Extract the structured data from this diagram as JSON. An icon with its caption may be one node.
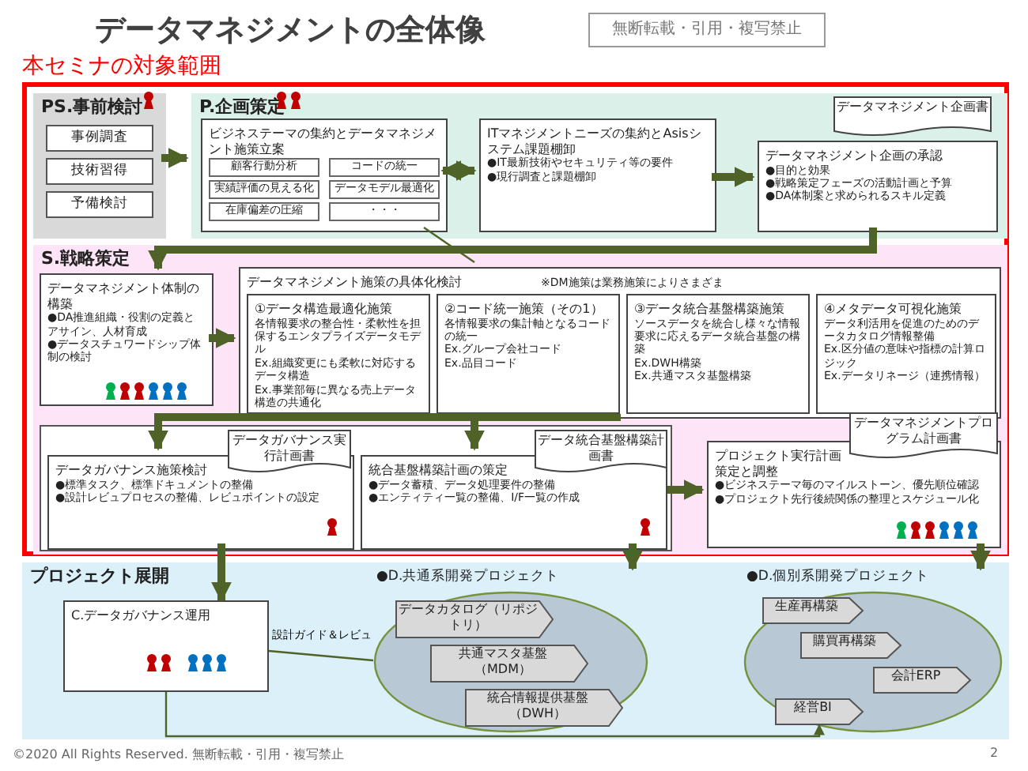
{
  "diagram": {
    "title": "データマネジメントの全体像",
    "nodes": [
      {
        "text": [
          "本セミナの対象範囲"
        ]
      },
      {
        "text": [
          "PS.事前検討"
        ],
        "in": 0
      },
      {
        "text": [
          "事例調査"
        ],
        "in": 1
      },
      {
        "text": [
          "技術習得"
        ],
        "in": 1
      },
      {
        "text": [
          "予備検討"
        ],
        "in": 1
      },
      {
        "text": [
          "P.企画策定"
        ],
        "in": 0
      },
      {
        "text": [
          "ビジネステーマの集約とデータマネジメント施策立案"
        ],
        "in": 5
      },
      {
        "text": [
          "顧客行動分析"
        ],
        "in": 6
      },
      {
        "text": [
          "実績評価の見える化"
        ],
        "in": 6
      },
      {
        "text": [
          "在庫偏差の圧縮"
        ],
        "in": 6
      },
      {
        "text": [
          "コードの統一"
        ],
        "in": 6
      },
      {
        "text": [
          "データモデル最適化"
        ],
        "in": 6
      },
      {
        "text": [
          "・・・"
        ],
        "in": 6
      },
      {
        "text": [
          "ITマネジメントニーズの集約とAsisシステム課題棚卸",
          "●IT最新技術やセキュリティ等の要件",
          "●現行調査と課題棚卸"
        ],
        "in": 5
      },
      {
        "text": [
          "データマネジメント企画の承認",
          "●目的と効果",
          "●戦略策定フェーズの活動計画と予算",
          "●DA体制案と求められるスキル定義"
        ],
        "in": 5
      },
      {
        "text": [
          "データマネジメント企画書"
        ],
        "in": 5
      },
      {
        "text": [
          "S.戦略策定"
        ],
        "in": 0
      },
      {
        "text": [
          "データマネジメント体制の構築",
          "●DA推進組織・役割の定義とアサイン、人材育成",
          "●データスチュワードシップ体制の検討"
        ],
        "in": 16
      },
      {
        "text": [
          "データマネジメント施策の具体化検討",
          "※DM施策は業務施策によりさまざま"
        ],
        "in": 16
      },
      {
        "text": [
          "①データ構造最適化施策",
          "各情報要求の整合性・柔軟性を担保するエンタプライズデータモデル",
          "Ex.組織変更にも柔軟に対応するデータ構造",
          "Ex.事業部毎に異なる売上データ構造の共通化"
        ],
        "in": 18
      },
      {
        "text": [
          "②コード統一施策（その1）",
          "各情報要求の集計軸となるコードの統一",
          "Ex.グループ会社コード",
          "Ex.品目コード"
        ],
        "in": 18
      },
      {
        "text": [
          "③データ統合基盤構築施策",
          "ソースデータを統合し様々な情報要求に応えるデータ統合基盤の構築",
          "Ex.DWH構築",
          "Ex.共通マスタ基盤構築"
        ],
        "in": 18
      },
      {
        "text": [
          "④メタデータ可視化施策",
          "データ利活用を促進のためのデータカタログ情報整備",
          "Ex.区分値の意味や指標の計算ロジック",
          "Ex.データリネージ（連携情報）"
        ],
        "in": 18
      },
      {
        "text": [],
        "shape": "box",
        "in": 16
      },
      {
        "text": [
          "データガバナンス施策検討",
          "●標準タスク、標準ドキュメントの整備",
          "●設計レビュプロセスの整備、レビュポイントの設定"
        ],
        "in": 23
      },
      {
        "text": [
          "データガバナンス実行計画書"
        ],
        "in": 23
      },
      {
        "text": [
          "統合基盤構築計画の策定",
          "●データ蓄積、データ処理要件の整備",
          "●エンティティ一覧の整備、I/F一覧の作成"
        ],
        "in": 23
      },
      {
        "text": [
          "データ統合基盤構築計画書"
        ],
        "in": 23
      },
      {
        "text": [
          "プロジェクト実行計画策定と調整",
          "●ビジネステーマ毎のマイルストーン、優先順位確認",
          "●プロジェクト先行後続関係の整理とスケジュール化"
        ],
        "in": 16
      },
      {
        "text": [
          "データマネジメントプログラム計画書"
        ],
        "in": 16
      },
      {
        "text": [
          "プロジェクト展開"
        ]
      },
      {
        "text": [
          "C.データガバナンス運用"
        ],
        "in": 30
      },
      {
        "text": [
          "●D.共通系開発プロジェクト"
        ],
        "in": 30
      },
      {
        "text": [
          "データカタログ（リポジトリ）"
        ],
        "in": 32
      },
      {
        "text": [
          "共通マスタ基盤（MDM）"
        ],
        "in": 32
      },
      {
        "text": [
          "統合情報提供基盤（DWH）"
        ],
        "in": 32
      },
      {
        "text": [
          "●D.個別系開発プロジェクト"
        ],
        "in": 30
      },
      {
        "text": [
          "生産再構築"
        ],
        "in": 36
      },
      {
        "text": [
          "購買再構築"
        ],
        "in": 36
      },
      {
        "text": [
          "会計ERP"
        ],
        "in": 36
      },
      {
        "text": [
          "経営BI"
        ],
        "in": 36
      }
    ],
    "edges": [
      {
        "from": 1,
        "to": 5,
        "arrow": "to"
      },
      {
        "from": 6,
        "to": 13,
        "arrow": "both"
      },
      {
        "from": 13,
        "to": 14,
        "arrow": "to"
      },
      {
        "from": 14,
        "to": 17,
        "arrow": "to"
      },
      {
        "from": 6,
        "to": 18,
        "arrow": "none"
      },
      {
        "from": 17,
        "to": 18,
        "arrow": "to"
      },
      {
        "from": 18,
        "to": 24,
        "arrow": "to"
      },
      {
        "from": 18,
        "to": 26,
        "arrow": "to"
      },
      {
        "from": 23,
        "to": 28,
        "arrow": "to"
      },
      {
        "from": 24,
        "to": 31,
        "arrow": "to"
      },
      {
        "from": 26,
        "to": 32,
        "arrow": "to"
      },
      {
        "from": 28,
        "to": 36,
        "arrow": "to"
      },
      {
        "from": 31,
        "to": 32,
        "label": "設計ガイド＆レビュ",
        "arrow": "none"
      },
      {
        "from": 31,
        "to": 40,
        "arrow": "to"
      }
    ],
    "labels": [
      "無断転載・引用・複写禁止",
      "©2020 All Rights Reserved.  無断転載・引用・複写禁止",
      "2"
    ]
  }
}
